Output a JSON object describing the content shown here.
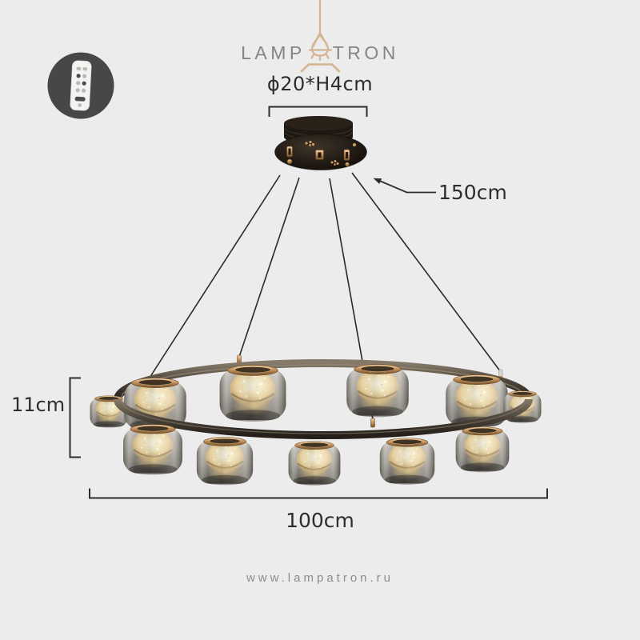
{
  "page": {
    "background_color": "#ececec"
  },
  "logo": {
    "text_left": "LAMP",
    "text_right": "TRON",
    "icon": "pendant-lamp-logo-icon",
    "text_color": "#858585",
    "accent_color": "#d4b491"
  },
  "annotations": {
    "canopy_size": "ϕ20*H4cm",
    "cable_length": "150cm",
    "shade_height": "11cm",
    "ring_diameter": "100cm",
    "text_color": "#2d2d2d"
  },
  "remote": {
    "icon": "remote-control-icon",
    "circle_color": "#47474a",
    "body_color": "#f4f3f1"
  },
  "chandelier": {
    "visible_shade_count": 11,
    "ring_color": "#4e463c",
    "brass_color": "#c89a66",
    "glass_color": "#9b968f",
    "glow_color": "#f2e3bb",
    "canopy_color": "#221b15",
    "cable_color": "#2c2926"
  },
  "footer": {
    "website": "www.lampatron.ru",
    "color": "#8c8c8c"
  }
}
